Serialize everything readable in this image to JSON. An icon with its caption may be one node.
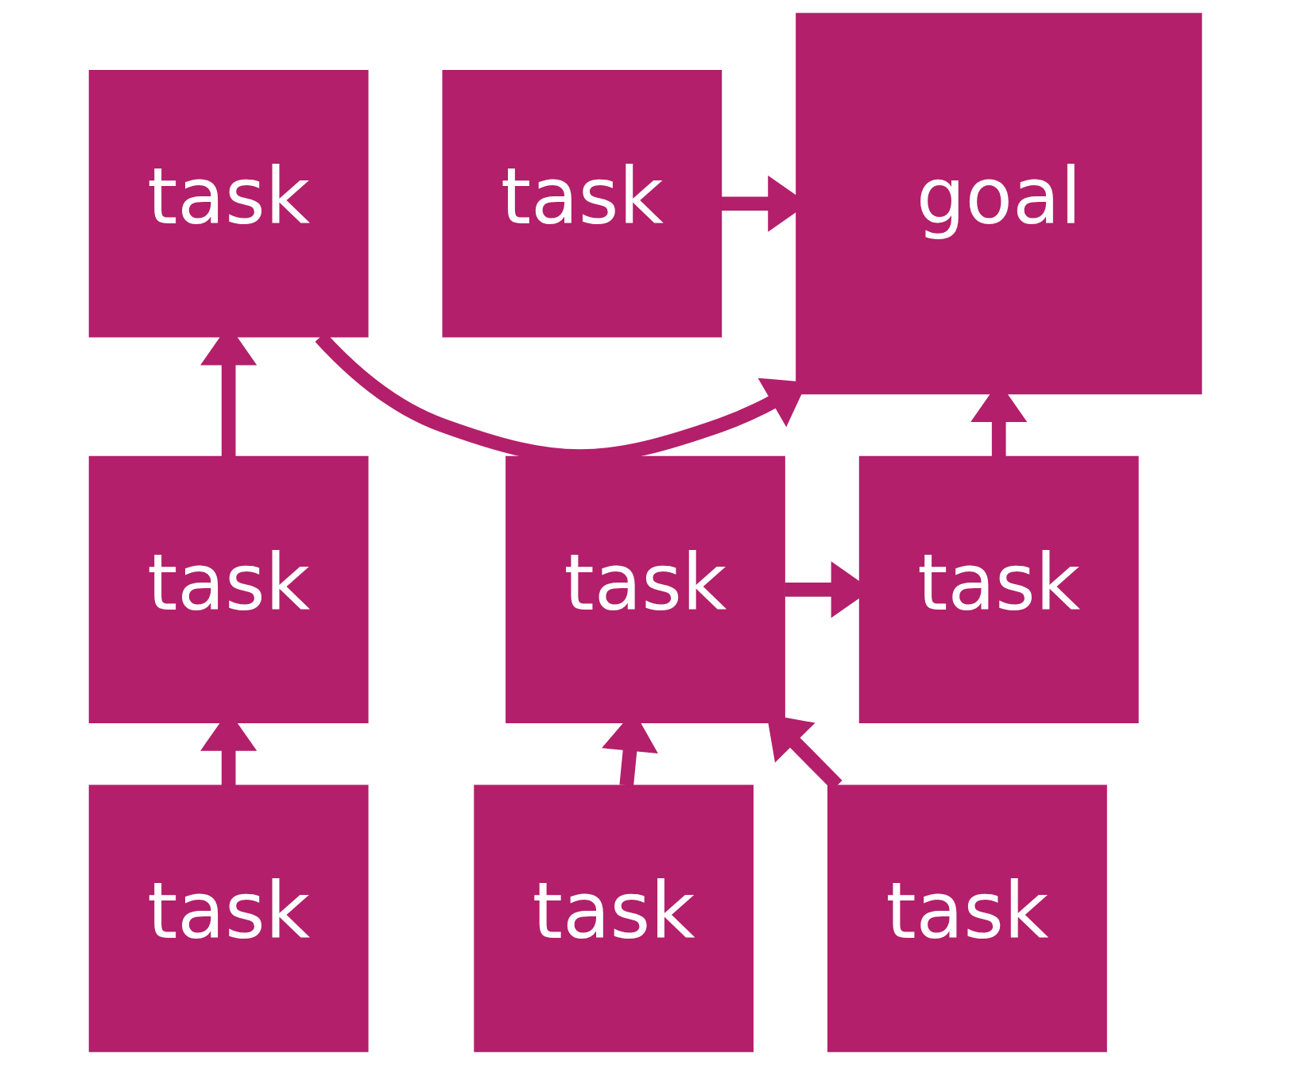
{
  "diagram": {
    "nodes": [
      {
        "text": [
          "task"
        ]
      },
      {
        "text": [
          "goal"
        ]
      },
      {
        "text": [
          "task"
        ]
      },
      {
        "text": [
          "task"
        ]
      },
      {
        "text": [
          "task"
        ]
      },
      {
        "text": [
          "task"
        ]
      },
      {
        "text": [
          "task"
        ]
      },
      {
        "text": [
          "task"
        ]
      },
      {
        "text": [
          "task"
        ]
      }
    ],
    "edges": [
      {
        "from": 0,
        "to": 1,
        "arrow": "to"
      },
      {
        "from": 2,
        "to": 1,
        "arrow": "to"
      },
      {
        "from": 3,
        "to": 0,
        "arrow": "to"
      },
      {
        "from": 4,
        "to": 1,
        "arrow": "to"
      },
      {
        "from": 5,
        "to": 4,
        "arrow": "to"
      },
      {
        "from": 6,
        "to": 3,
        "arrow": "to"
      },
      {
        "from": 7,
        "to": 5,
        "arrow": "to"
      },
      {
        "from": 8,
        "to": 5,
        "arrow": "to"
      }
    ]
  }
}
